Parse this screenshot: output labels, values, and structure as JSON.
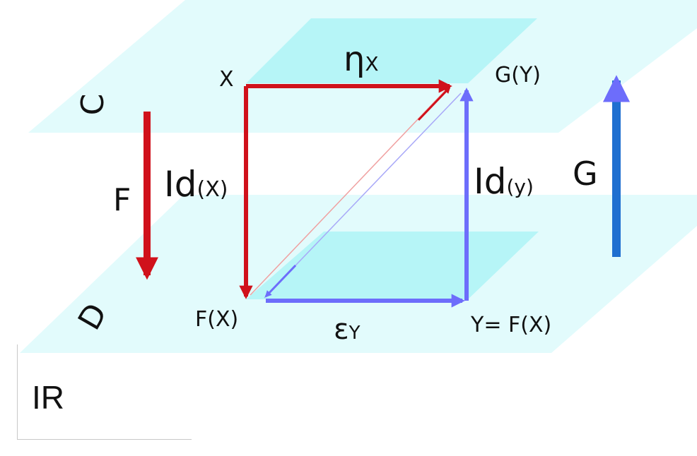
{
  "colors": {
    "plane_light": "#e2fbfc",
    "plane_square": "#b6f5f7",
    "red": "#d0111b",
    "blue_light": "#6d6dfb",
    "blue_dark": "#1f6fd0"
  },
  "labels": {
    "category_c": "C",
    "category_d": "D",
    "functor_f": "F",
    "functor_g": "G",
    "node_x": "X",
    "node_gy": "G(Y)",
    "node_fx": "F(X)",
    "node_y": "Y= F(X)",
    "eta": "η",
    "eta_sub": "X",
    "epsilon": "ε",
    "epsilon_sub": "Y",
    "id_x": "Id",
    "id_x_sub": "(X)",
    "id_y": "Id",
    "id_y_sub": "(y)"
  },
  "footer": {
    "label": "IR"
  }
}
